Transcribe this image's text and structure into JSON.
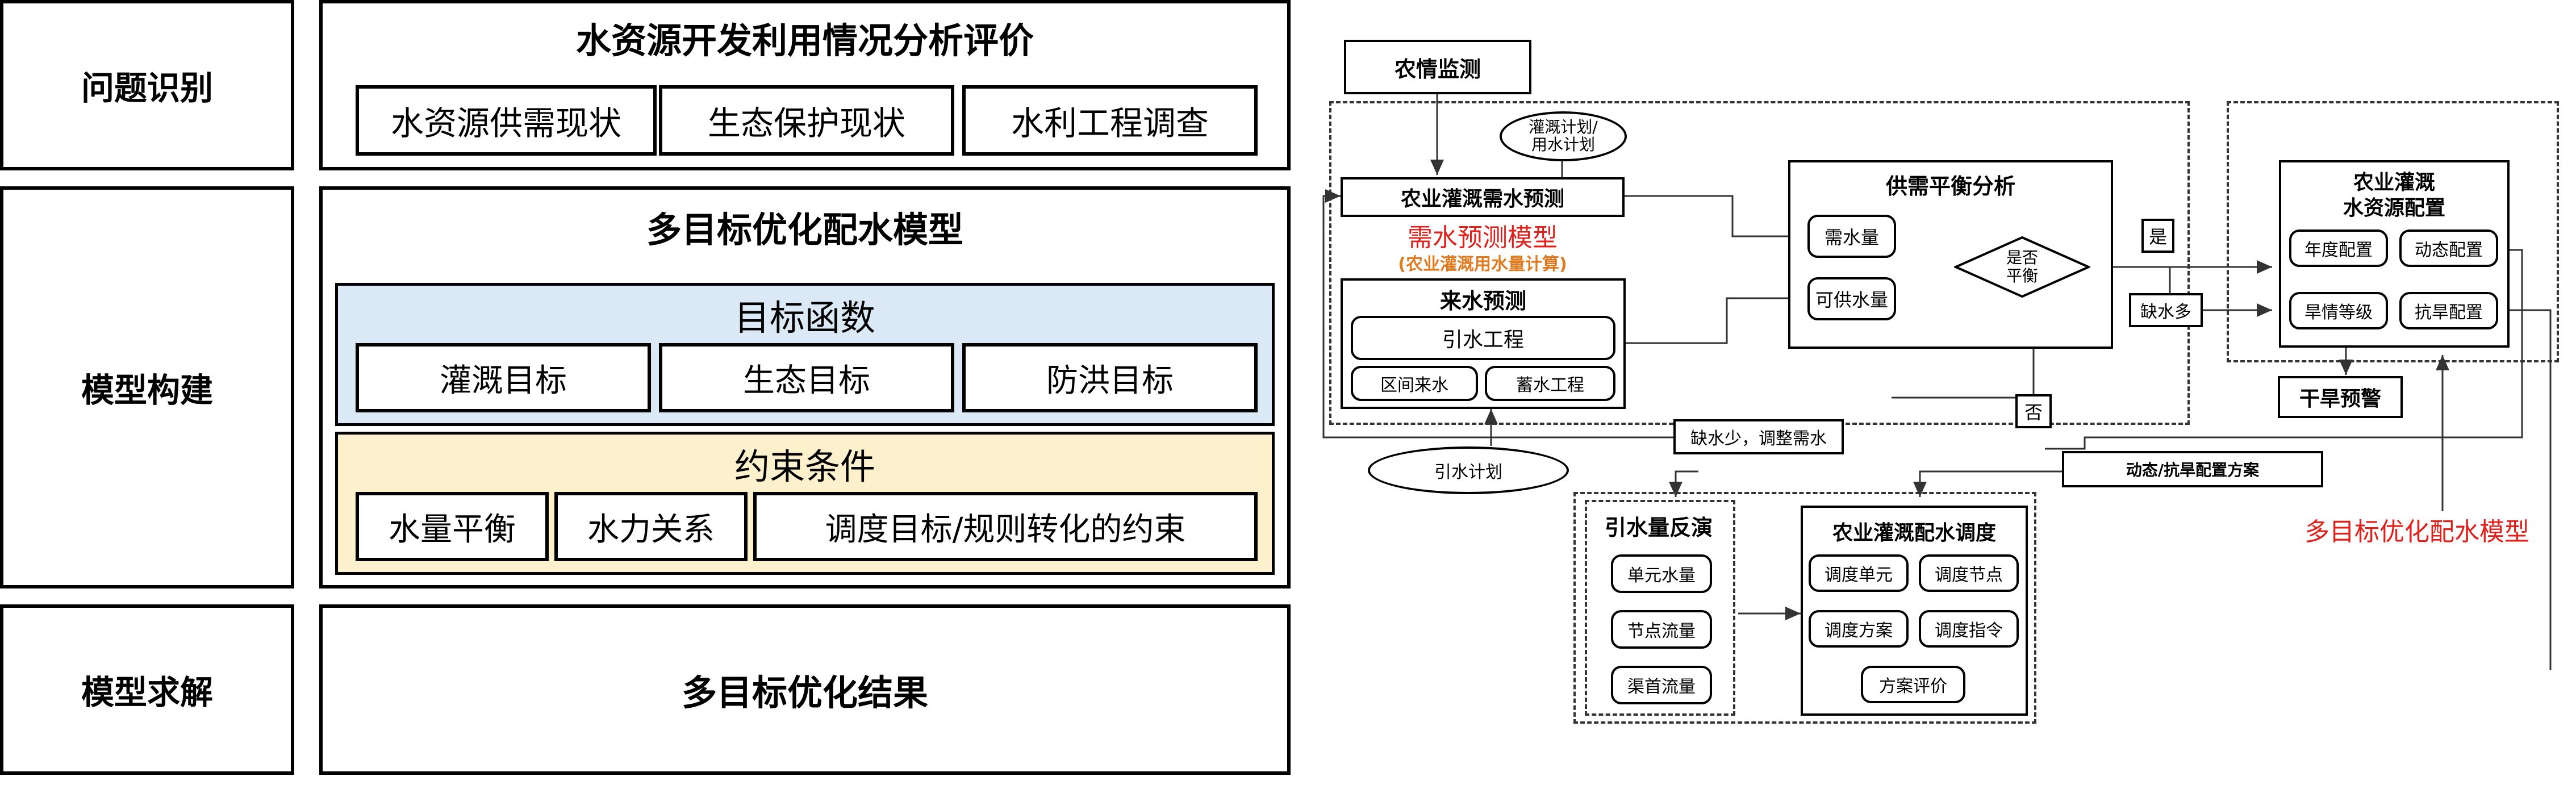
{
  "left_panel": {
    "stages": [
      "问题识别",
      "模型构建",
      "模型求解"
    ],
    "problem_title": "水资源开发利用情况分析评价",
    "problem_items": [
      "水资源供需现状",
      "生态保护现状",
      "水利工程调查"
    ],
    "model_title": "多目标优化配水模型",
    "objective_title": "目标函数",
    "objectives": [
      "灌溉目标",
      "生态目标",
      "防洪目标"
    ],
    "constraint_title": "约束条件",
    "constraints": [
      "水量平衡",
      "水力关系",
      "调度目标/规则转化的约束"
    ],
    "result_title": "多目标优化结果",
    "objective_bg": "#dbe8f5",
    "constraint_bg": "#fdf0cc"
  },
  "flow": {
    "crop_monitor": "农情监测",
    "irrigation_plan": "灌溉计划/\n用水计划",
    "demand_forecast": "农业灌溉需水预测",
    "demand_model": "需水预测模型",
    "demand_model_sub": "(农业灌溉用水量计算)",
    "inflow_forecast": "来水预测",
    "diversion_project": "引水工程",
    "interval_inflow": "区间来水",
    "storage_project": "蓄水工程",
    "balance_title": "供需平衡分析",
    "demand_qty": "需水量",
    "supply_qty": "可供水量",
    "balanced_q": "是否\n平衡",
    "yes": "是",
    "no": "否",
    "shortage_more": "缺水多",
    "shortage_less": "缺水少，调整需水",
    "diversion_plan": "引水计划",
    "config_title": "农业灌溉\n水资源配置",
    "annual_config": "年度配置",
    "dynamic_config": "动态配置",
    "drought_level": "旱情等级",
    "drought_config": "抗旱配置",
    "drought_warning": "干旱预警",
    "scheme": "动态/抗旱配置方案",
    "multi_model_label": "多目标优化配水模型",
    "inversion_title": "引水量反演",
    "unit_water": "单元水量",
    "node_flow": "节点流量",
    "head_flow": "渠首流量",
    "dispatch_title": "农业灌溉配水调度",
    "dispatch_unit": "调度单元",
    "dispatch_node": "调度节点",
    "dispatch_plan": "调度方案",
    "dispatch_cmd": "调度指令",
    "plan_eval": "方案评价",
    "red": "#e0201b",
    "orange": "#e07a1f"
  }
}
